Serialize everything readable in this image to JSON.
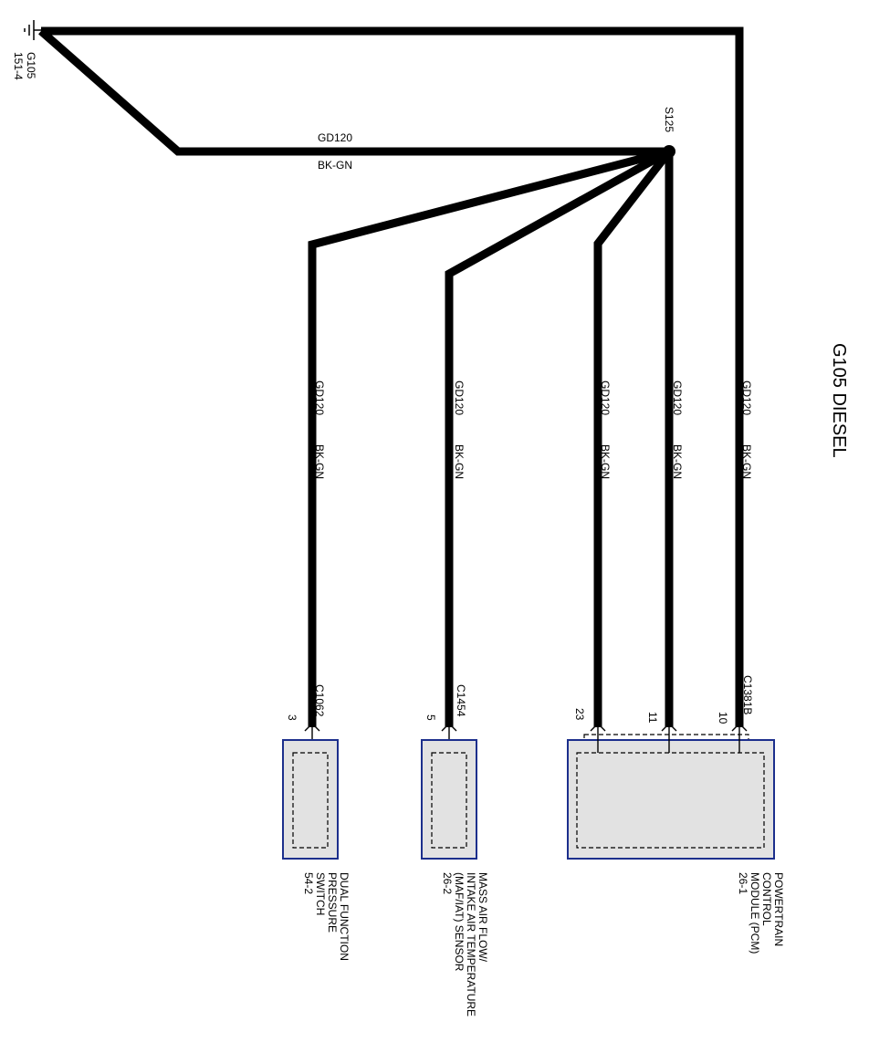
{
  "title": "G105 DIESEL",
  "ground": {
    "id": "G105",
    "ref": "151-4"
  },
  "splice": {
    "id": "S125"
  },
  "wire": {
    "circuit": "GD120",
    "color": "BK-GN"
  },
  "branch_labels": [
    {
      "circuit": "GD120",
      "color": "BK-GN"
    },
    {
      "circuit": "GD120",
      "color": "BK-GN"
    },
    {
      "circuit": "GD120",
      "color": "BK-GN"
    },
    {
      "circuit": "GD120",
      "color": "BK-GN"
    },
    {
      "circuit": "GD120",
      "color": "BK-GN"
    }
  ],
  "connectors": [
    {
      "id": "C1062",
      "pins": [
        "3"
      ]
    },
    {
      "id": "C1454",
      "pins": [
        "5"
      ]
    },
    {
      "id": "C1381B",
      "pins": [
        "23",
        "11",
        "10"
      ]
    }
  ],
  "components": [
    {
      "name_lines": [
        "DUAL FUNCTION",
        "PRESSURE",
        "SWITCH"
      ],
      "ref": "54-2"
    },
    {
      "name_lines": [
        "MASS AIR FLOW/",
        "INTAKE AIR TEMPERATURE",
        "(MAF/IAT) SENSOR"
      ],
      "ref": "26-2"
    },
    {
      "name_lines": [
        "POWERTRAIN",
        "CONTROL",
        "MODULE (PCM)"
      ],
      "ref": "26-1"
    }
  ]
}
